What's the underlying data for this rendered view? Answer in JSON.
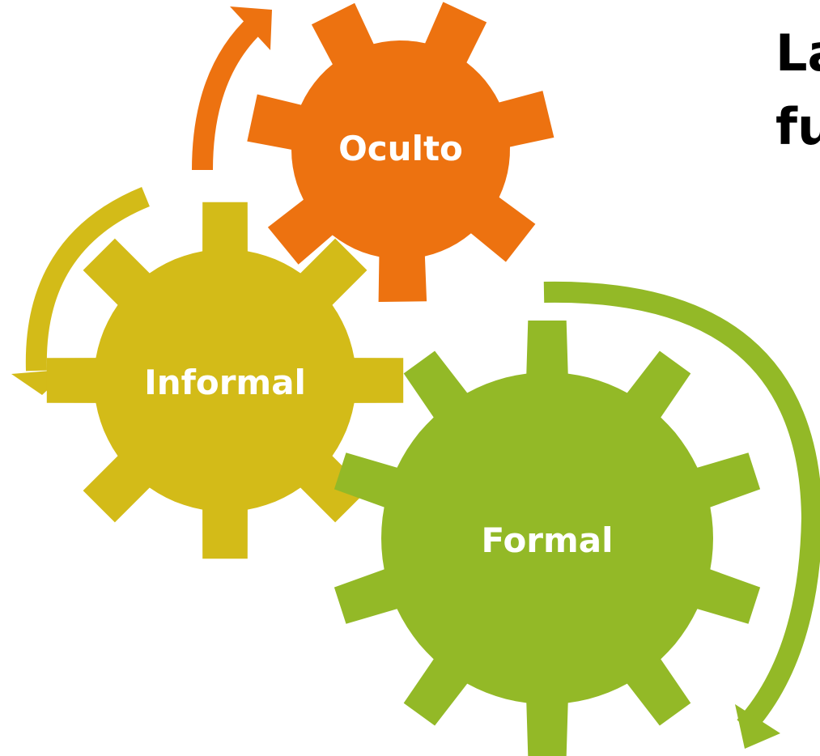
{
  "title": {
    "line1": "La",
    "line2": "fu"
  },
  "gears": [
    {
      "key": "oculto",
      "label": "Oculto",
      "color": "#ED7210"
    },
    {
      "key": "informal",
      "label": "Informal",
      "color": "#D3BB18"
    },
    {
      "key": "formal",
      "label": "Formal",
      "color": "#93B927"
    }
  ]
}
